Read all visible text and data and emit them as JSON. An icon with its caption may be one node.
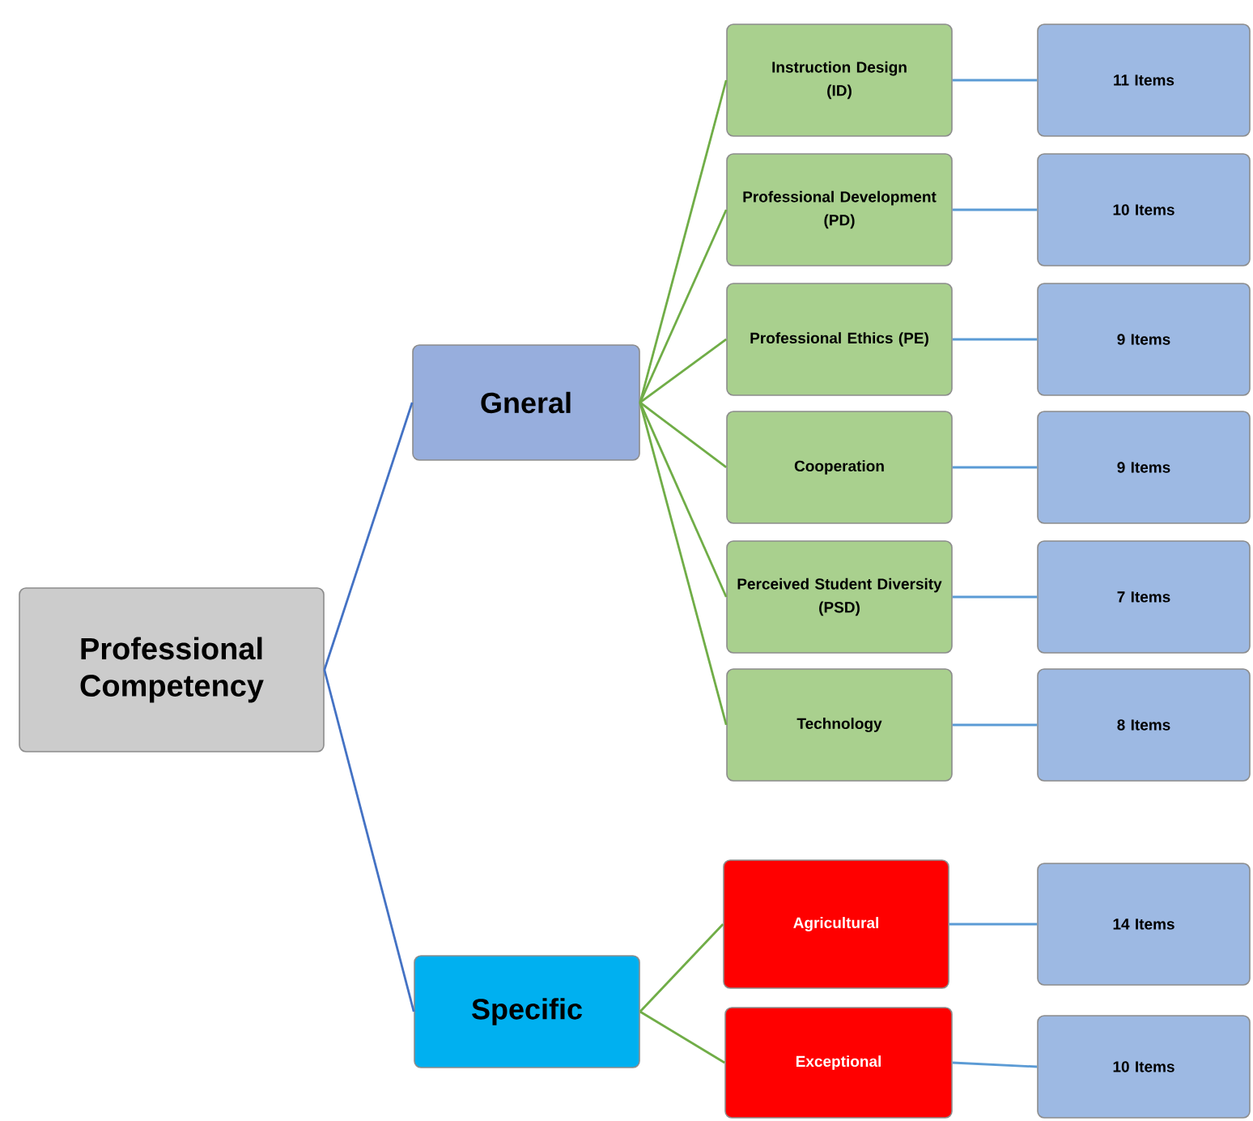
{
  "diagram": {
    "nodes": [
      {
        "text": [
          "Professional Competency"
        ]
      },
      {
        "text": [
          "Gneral"
        ]
      },
      {
        "text": [
          "Specific"
        ]
      },
      {
        "text": [
          "Instruction Design",
          "(ID)"
        ]
      },
      {
        "text": [
          "11 Items"
        ]
      },
      {
        "text": [
          "Professional Development",
          "(PD)"
        ]
      },
      {
        "text": [
          "10 Items"
        ]
      },
      {
        "text": [
          "Professional Ethics (PE)"
        ]
      },
      {
        "text": [
          "9 Items"
        ]
      },
      {
        "text": [
          "Cooperation"
        ]
      },
      {
        "text": [
          "9 Items"
        ]
      },
      {
        "text": [
          "Perceived Student Diversity",
          "(PSD)"
        ]
      },
      {
        "text": [
          "7 Items"
        ]
      },
      {
        "text": [
          "Technology"
        ]
      },
      {
        "text": [
          "8 Items"
        ]
      },
      {
        "text": [
          "Agricultural"
        ]
      },
      {
        "text": [
          "14 Items"
        ]
      },
      {
        "text": [
          "Exceptional"
        ]
      },
      {
        "text": [
          "10 Items"
        ]
      }
    ],
    "edges": [
      {
        "from": 0,
        "to": 1,
        "arrow": "none",
        "color": "#4472c4"
      },
      {
        "from": 0,
        "to": 2,
        "arrow": "none",
        "color": "#4472c4"
      },
      {
        "from": 1,
        "to": 3,
        "arrow": "none",
        "color": "#70ad47"
      },
      {
        "from": 1,
        "to": 5,
        "arrow": "none",
        "color": "#70ad47"
      },
      {
        "from": 1,
        "to": 7,
        "arrow": "none",
        "color": "#70ad47"
      },
      {
        "from": 1,
        "to": 9,
        "arrow": "none",
        "color": "#70ad47"
      },
      {
        "from": 1,
        "to": 11,
        "arrow": "none",
        "color": "#70ad47"
      },
      {
        "from": 1,
        "to": 13,
        "arrow": "none",
        "color": "#70ad47"
      },
      {
        "from": 2,
        "to": 15,
        "arrow": "none",
        "color": "#70ad47"
      },
      {
        "from": 2,
        "to": 17,
        "arrow": "none",
        "color": "#70ad47"
      },
      {
        "from": 3,
        "to": 4,
        "arrow": "none",
        "color": "#5b9bd5"
      },
      {
        "from": 5,
        "to": 6,
        "arrow": "none",
        "color": "#5b9bd5"
      },
      {
        "from": 7,
        "to": 8,
        "arrow": "none",
        "color": "#5b9bd5"
      },
      {
        "from": 9,
        "to": 10,
        "arrow": "none",
        "color": "#5b9bd5"
      },
      {
        "from": 11,
        "to": 12,
        "arrow": "none",
        "color": "#5b9bd5"
      },
      {
        "from": 13,
        "to": 14,
        "arrow": "none",
        "color": "#5b9bd5"
      },
      {
        "from": 15,
        "to": 16,
        "arrow": "none",
        "color": "#5b9bd5"
      },
      {
        "from": 17,
        "to": 18,
        "arrow": "none",
        "color": "#5b9bd5"
      }
    ]
  }
}
